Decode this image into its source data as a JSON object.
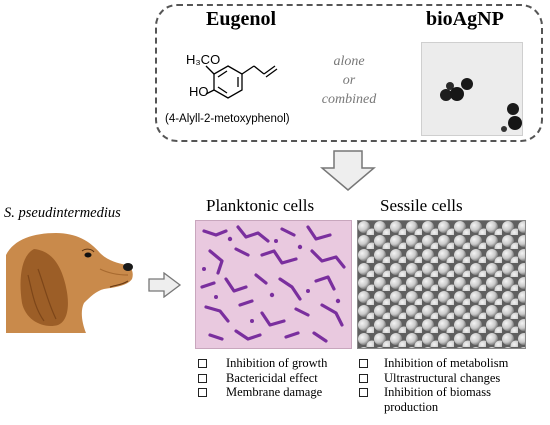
{
  "top": {
    "compound_title": "Eugenol",
    "formula_label": "H₃CO",
    "hydroxyl_label": "HO",
    "chemical_name": "(4-Alyll-2-metoxyphenol)",
    "combination_text": [
      "alone",
      "or",
      "combined"
    ],
    "nanoparticle_title": "bioAgNP"
  },
  "organism": {
    "species": "S. pseudintermedius",
    "icon": "dog-icon"
  },
  "panels": {
    "planktonic_title": "Planktonic cells",
    "sessile_title": "Sessile cells"
  },
  "effects": {
    "planktonic": [
      "Inhibition of growth",
      "Bactericidal effect",
      "Membrane damage"
    ],
    "sessile": [
      "Inhibition of metabolism",
      "Ultrastructural changes",
      "Inhibition of biomass production"
    ]
  },
  "colors": {
    "arrow_fill": "#eeeeee",
    "arrow_stroke": "#777777",
    "dog_fur": "#c98a4b",
    "gram_stain": "#7a2f9e",
    "smear_background": "#e9c9df"
  }
}
